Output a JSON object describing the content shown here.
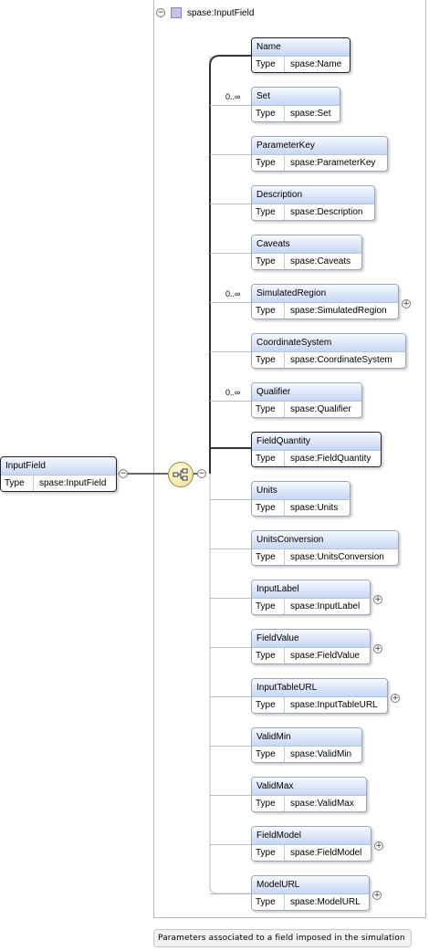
{
  "group": {
    "title": "spase:InputField"
  },
  "root": {
    "name": "InputField",
    "type_label": "Type",
    "type_value": "spase:InputField"
  },
  "type_label": "Type",
  "children": [
    {
      "name": "Name",
      "type": "spase:Name",
      "occurs": "",
      "required": true,
      "expandable": false
    },
    {
      "name": "Set",
      "type": "spase:Set",
      "occurs": "0..∞",
      "required": false,
      "expandable": false
    },
    {
      "name": "ParameterKey",
      "type": "spase:ParameterKey",
      "occurs": "",
      "required": false,
      "expandable": false
    },
    {
      "name": "Description",
      "type": "spase:Description",
      "occurs": "",
      "required": false,
      "expandable": false
    },
    {
      "name": "Caveats",
      "type": "spase:Caveats",
      "occurs": "",
      "required": false,
      "expandable": false
    },
    {
      "name": "SimulatedRegion",
      "type": "spase:SimulatedRegion",
      "occurs": "0..∞",
      "required": false,
      "expandable": true
    },
    {
      "name": "CoordinateSystem",
      "type": "spase:CoordinateSystem",
      "occurs": "",
      "required": false,
      "expandable": false
    },
    {
      "name": "Qualifier",
      "type": "spase:Qualifier",
      "occurs": "0..∞",
      "required": false,
      "expandable": false
    },
    {
      "name": "FieldQuantity",
      "type": "spase:FieldQuantity",
      "occurs": "",
      "required": true,
      "expandable": false
    },
    {
      "name": "Units",
      "type": "spase:Units",
      "occurs": "",
      "required": false,
      "expandable": false
    },
    {
      "name": "UnitsConversion",
      "type": "spase:UnitsConversion",
      "occurs": "",
      "required": false,
      "expandable": false
    },
    {
      "name": "InputLabel",
      "type": "spase:InputLabel",
      "occurs": "",
      "required": false,
      "expandable": true
    },
    {
      "name": "FieldValue",
      "type": "spase:FieldValue",
      "occurs": "",
      "required": false,
      "expandable": true
    },
    {
      "name": "InputTableURL",
      "type": "spase:InputTableURL",
      "occurs": "",
      "required": false,
      "expandable": true
    },
    {
      "name": "ValidMin",
      "type": "spase:ValidMin",
      "occurs": "",
      "required": false,
      "expandable": false
    },
    {
      "name": "ValidMax",
      "type": "spase:ValidMax",
      "occurs": "",
      "required": false,
      "expandable": false
    },
    {
      "name": "FieldModel",
      "type": "spase:FieldModel",
      "occurs": "",
      "required": false,
      "expandable": true
    },
    {
      "name": "ModelURL",
      "type": "spase:ModelURL",
      "occurs": "",
      "required": false,
      "expandable": true
    }
  ],
  "documentation": "Parameters associated to a field imposed in the simulation"
}
